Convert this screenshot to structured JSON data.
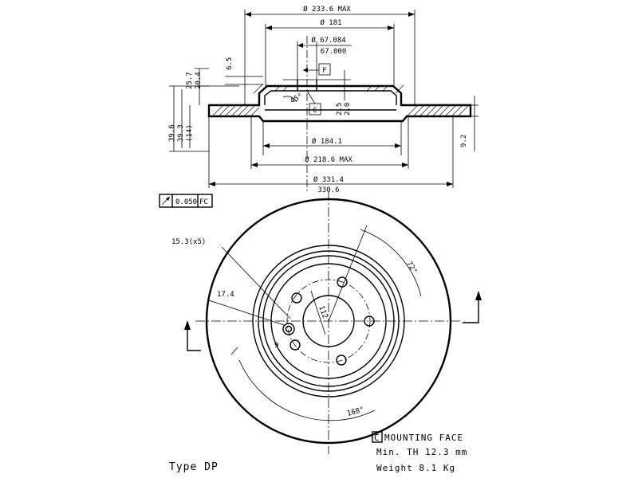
{
  "dimensions": {
    "outer_dia_max": "Ø 233.6 MAX",
    "dia_181": "Ø 181",
    "bore_upper": "Ø 67.084",
    "bore_lower": "67.000",
    "datum_f": "F",
    "datum_c": "C",
    "h_6_5": "6.5",
    "h_25_7": "25.7",
    "h_20_4": "20.4",
    "h_39_6": "39.6",
    "h_39_3": "39.3",
    "h_14": "(14)",
    "wall_2_5": "2.5",
    "wall_2_0": "2.0",
    "chamfer": "45°",
    "dia_184_1": "Ø 184.1",
    "dia_218_6": "Ø 218.6 MAX",
    "disc_dia_upper": "Ø 331.4",
    "disc_dia_lower": "330.6",
    "thickness_9_2": "9.2",
    "runout_value": "0.050",
    "runout_ref": "FC",
    "holes_label": "15.3(x5)",
    "dim_17_4": "17.4",
    "pcd_112": "112",
    "angle_72": "72°",
    "angle_168": "168°",
    "dim_9": "9"
  },
  "notes": {
    "mounting_code": "C",
    "mounting_face": "MOUNTING FACE",
    "min_th": "Min. TH 12.3 mm",
    "weight": "Weight 8.1 Kg",
    "type": "Type DP"
  }
}
